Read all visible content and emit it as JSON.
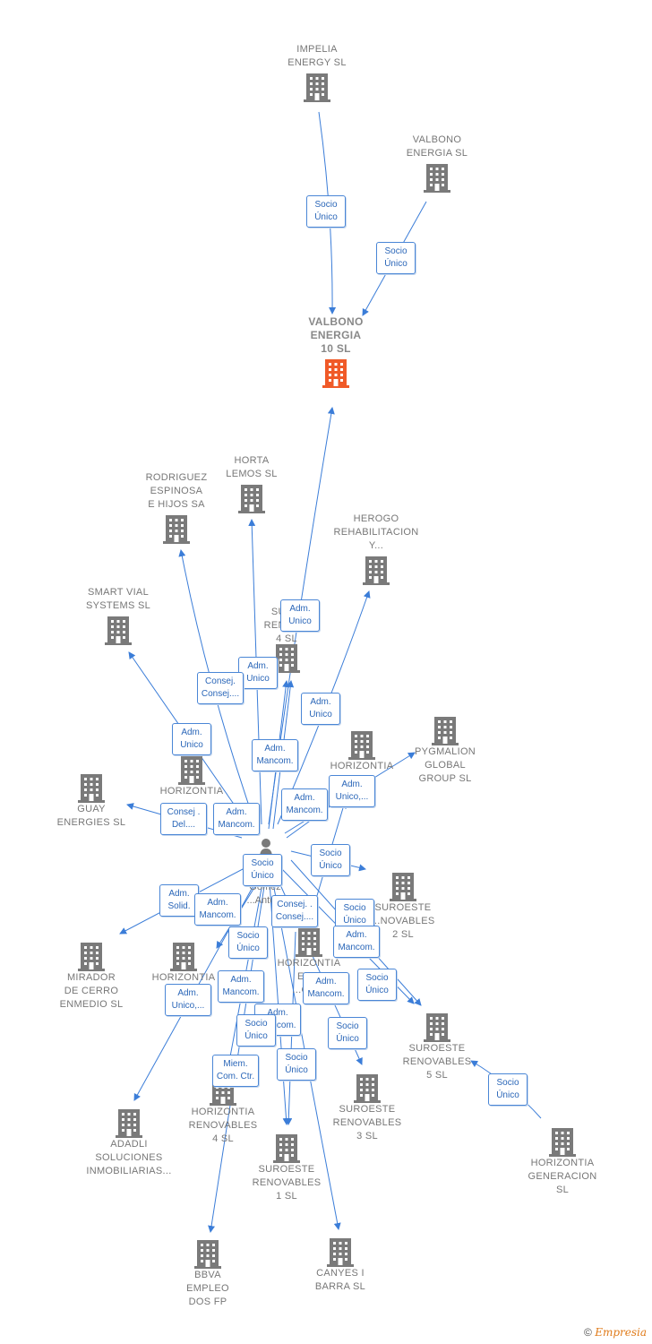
{
  "focus_node": {
    "label": "VALBONO\nENERGIA\n10  SL"
  },
  "nodes": [
    {
      "key": "impelia",
      "label": "IMPELIA\nENERGY  SL"
    },
    {
      "key": "valbono",
      "label": "VALBONO\nENERGIA  SL"
    },
    {
      "key": "horta",
      "label": "HORTA\nLEMOS  SL"
    },
    {
      "key": "rodriguez",
      "label": "RODRIGUEZ\nESPINOSA\nE HIJOS SA"
    },
    {
      "key": "herogo",
      "label": "HEROGO\nREHABILITACION\nY..."
    },
    {
      "key": "smartvial",
      "label": "SMART VIAL\nSYSTEMS SL"
    },
    {
      "key": "suroeste4",
      "label": "SUR...\nRENO...S\n4  SL"
    },
    {
      "key": "pygmalion",
      "label": "PYGMALION\nGLOBAL\nGROUP  SL"
    },
    {
      "key": "horizontia_mid",
      "label": "HORIZONTIA\n...LES"
    },
    {
      "key": "horizontia_left",
      "label": "HORIZONTIA"
    },
    {
      "key": "guay",
      "label": "GUAY\nENERGIES  SL"
    },
    {
      "key": "suroeste2",
      "label": "SUROESTE\n...NOVABLES\n2  SL"
    },
    {
      "key": "mirador",
      "label": "MIRADOR\nDE CERRO\nENMEDIO SL"
    },
    {
      "key": "horizontia_re",
      "label": "HORIZONTIA\nRE..."
    },
    {
      "key": "horizontia_en",
      "label": "HORIZONTIA\nEN...\n...OD..."
    },
    {
      "key": "suroeste5",
      "label": "SUROESTE\nRENOVABLES\n5  SL"
    },
    {
      "key": "adadli",
      "label": "ADADLI\nSOLUCIONES\nINMOBILIARIAS..."
    },
    {
      "key": "horizontia4",
      "label": "HORIZONTIA\nRENOVABLES\n4  SL"
    },
    {
      "key": "suroeste3",
      "label": "SUROESTE\nRENOVABLES\n3  SL"
    },
    {
      "key": "suroeste1",
      "label": "SUROESTE\nRENOVABLES\n1  SL"
    },
    {
      "key": "horizontia_gen",
      "label": "HORIZONTIA\nGENERACION\nSL"
    },
    {
      "key": "bbva",
      "label": "BBVA\nEMPLEO\nDOS FP"
    },
    {
      "key": "canyes",
      "label": "CANYES I\nBARRA  SL"
    }
  ],
  "person": {
    "label": "R...ez\nGomez\n...Anto..."
  },
  "badges": [
    {
      "text": "Socio\nÚnico"
    },
    {
      "text": "Socio\nÚnico"
    },
    {
      "text": "Adm.\nUnico"
    },
    {
      "text": "Adm.\nUnico"
    },
    {
      "text": "Consej.\nConsej...."
    },
    {
      "text": "Adm.\nUnico"
    },
    {
      "text": "Adm.\nUnico"
    },
    {
      "text": "Adm.\nMancom."
    },
    {
      "text": "Adm.\nUnico,..."
    },
    {
      "text": "Adm.\nMancom."
    },
    {
      "text": "Consej .\nDel...."
    },
    {
      "text": "Adm.\nMancom."
    },
    {
      "text": "Socio\nÚnico"
    },
    {
      "text": "Socio\nÚnico"
    },
    {
      "text": "Adm.\nSolid."
    },
    {
      "text": "Adm.\nMancom."
    },
    {
      "text": "Consej. .\nConsej...."
    },
    {
      "text": "Socio\nÚnico"
    },
    {
      "text": "Socio\nÚnico"
    },
    {
      "text": "Adm.\nMancom."
    },
    {
      "text": "Socio\nÚnico"
    },
    {
      "text": "Adm.\nUnico,..."
    },
    {
      "text": "Adm.\nMancom."
    },
    {
      "text": "Adm.\nMancom."
    },
    {
      "text": "Adm.\nMancom."
    },
    {
      "text": "Socio\nÚnico"
    },
    {
      "text": "Socio\nÚnico"
    },
    {
      "text": "Miem.\nCom. Ctr."
    },
    {
      "text": "Socio\nÚnico"
    },
    {
      "text": "Socio\nÚnico"
    }
  ],
  "footer": {
    "copyright": "©",
    "brand": "Empresia"
  },
  "colors": {
    "edge": "#3b7dd8",
    "building": "#7a7a7a",
    "focus": "#f05a28"
  }
}
